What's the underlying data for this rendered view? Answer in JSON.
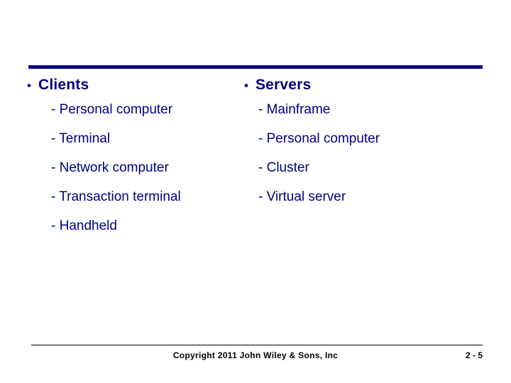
{
  "slide": {
    "accent_color": "#000080",
    "columns": [
      {
        "heading": "Clients",
        "bullet_glyph": "•",
        "items": [
          "- Personal computer",
          "- Terminal",
          "- Network computer",
          "- Transaction terminal",
          "- Handheld"
        ]
      },
      {
        "heading": "Servers",
        "bullet_glyph": "•",
        "items": [
          "- Mainframe",
          "- Personal computer",
          "- Cluster",
          "- Virtual server"
        ]
      }
    ],
    "footer": {
      "copyright": "Copyright 2011 John Wiley & Sons, Inc",
      "page_number": "2 - 5"
    }
  }
}
